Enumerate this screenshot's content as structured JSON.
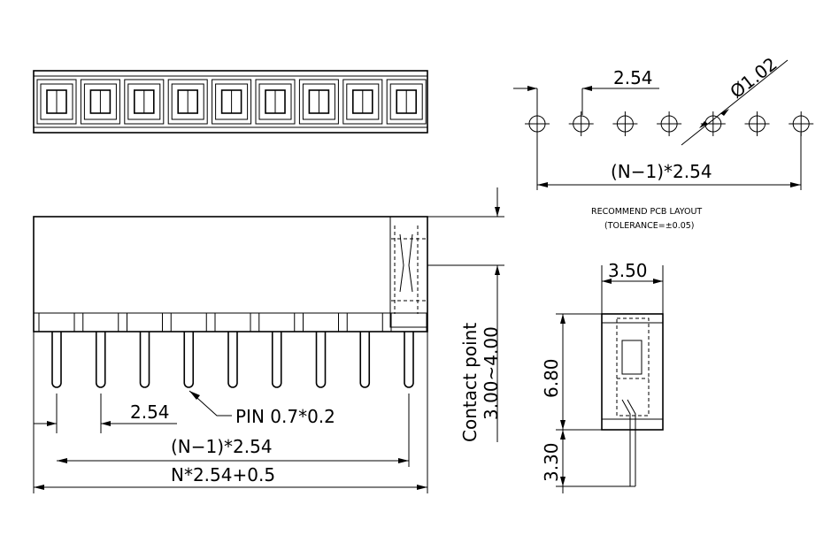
{
  "dimensions": {
    "pitch_top": "2.54",
    "hole_dia": "Ø1.02",
    "pcb_span": "(N−1)*2.54",
    "width": "3.50",
    "height": "6.80",
    "tail": "3.30",
    "contact_label": "Contact point",
    "contact_range": "3.00~4.00",
    "pitch_bottom": "2.54",
    "pin": "PIN 0.7*0.2",
    "pins_span": "(N−1)*2.54",
    "total": "N*2.54+0.5"
  },
  "notes": {
    "pcb_layout": "RECOMMEND PCB LAYOUT",
    "tolerance": "(TOLERANCE=±0.05)"
  }
}
